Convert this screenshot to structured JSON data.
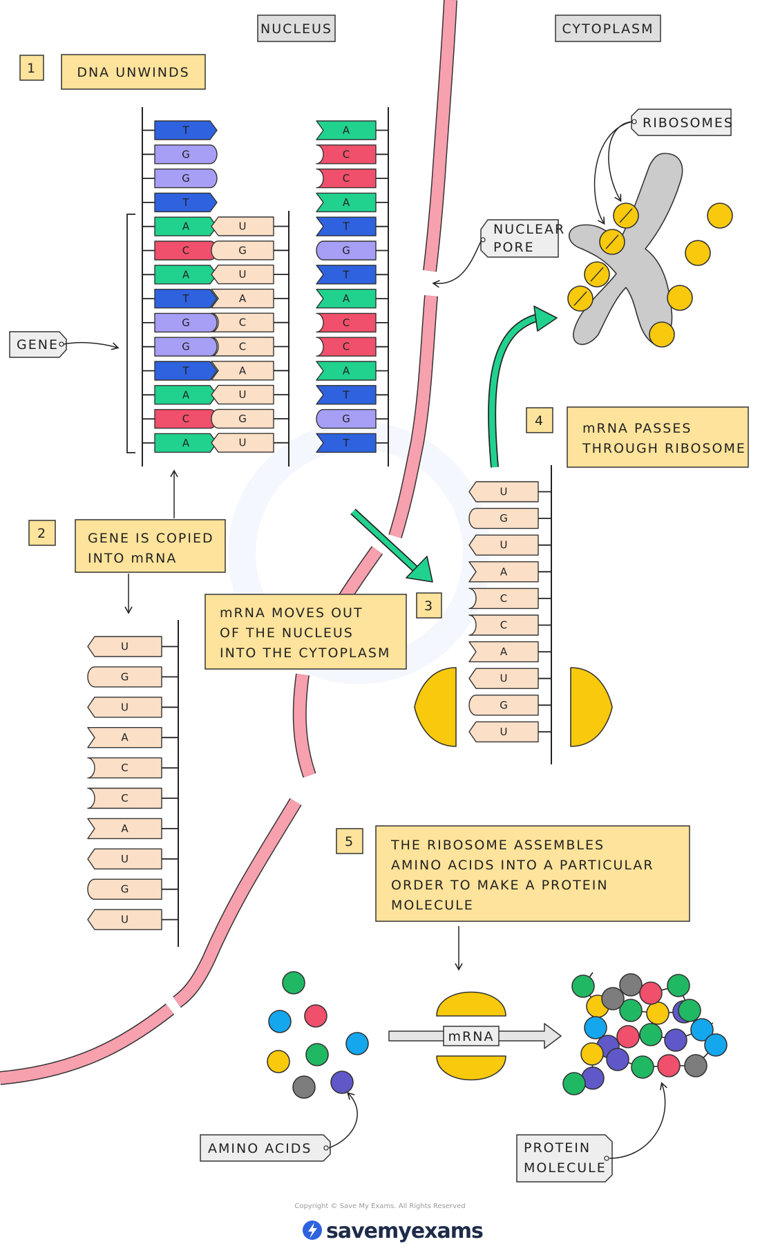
{
  "labels": {
    "nucleus": "NUCLEUS",
    "cytoplasm": "CYTOPLASM",
    "gene": "GENE",
    "ribosomes": "RIBOSOMES",
    "nuclear_pore": [
      "NUCLEAR",
      "PORE"
    ],
    "amino_acids": "AMINO ACIDS",
    "protein_molecule": [
      "PROTEIN",
      "MOLECULE"
    ],
    "mrna_tag": "mRNA"
  },
  "steps": [
    {
      "num": "1",
      "text": [
        "DNA UNWINDS"
      ]
    },
    {
      "num": "2",
      "text": [
        "GENE IS COPIED",
        "INTO mRNA"
      ]
    },
    {
      "num": "3",
      "text": [
        "mRNA MOVES OUT",
        "OF THE NUCLEUS",
        "INTO THE CYTOPLASM"
      ]
    },
    {
      "num": "4",
      "text": [
        "mRNA PASSES",
        "THROUGH RIBOSOME"
      ]
    },
    {
      "num": "5",
      "text": [
        "THE RIBOSOME ASSEMBLES",
        "AMINO ACIDS INTO A PARTICULAR",
        "ORDER TO MAKE A PROTEIN",
        "MOLECULE"
      ]
    }
  ],
  "dna": {
    "left_strand": [
      "T",
      "G",
      "G",
      "T",
      "A",
      "C",
      "A",
      "T",
      "G",
      "G",
      "T",
      "A",
      "C",
      "A"
    ],
    "right_strand": [
      "A",
      "C",
      "C",
      "A",
      "T",
      "G",
      "T",
      "A",
      "C",
      "C",
      "A",
      "T",
      "G",
      "T"
    ],
    "paired_mrna": [
      "U",
      "G",
      "U",
      "A",
      "C",
      "C",
      "A",
      "U",
      "G",
      "U"
    ]
  },
  "mrna_copy": [
    "U",
    "G",
    "U",
    "A",
    "C",
    "C",
    "A",
    "U",
    "G",
    "U"
  ],
  "mrna_ribosome": [
    "U",
    "G",
    "U",
    "A",
    "C",
    "C",
    "A",
    "U",
    "G",
    "U"
  ],
  "colors": {
    "A": "#21d28f",
    "T": "#2e62df",
    "C": "#f0506b",
    "G": "#a79ef5",
    "U": "#fbdfc6",
    "label_box": "#fde39b",
    "tag_box": "#eeeeee",
    "membrane": "#f7a0ae",
    "ribosome": "#f8c90d",
    "chromosome": "#cbcbcb",
    "arrow": "#21d28f"
  },
  "footer": {
    "copyright": "Copyright © Save My Exams. All Rights Reserved",
    "brand": "savemyexams"
  }
}
